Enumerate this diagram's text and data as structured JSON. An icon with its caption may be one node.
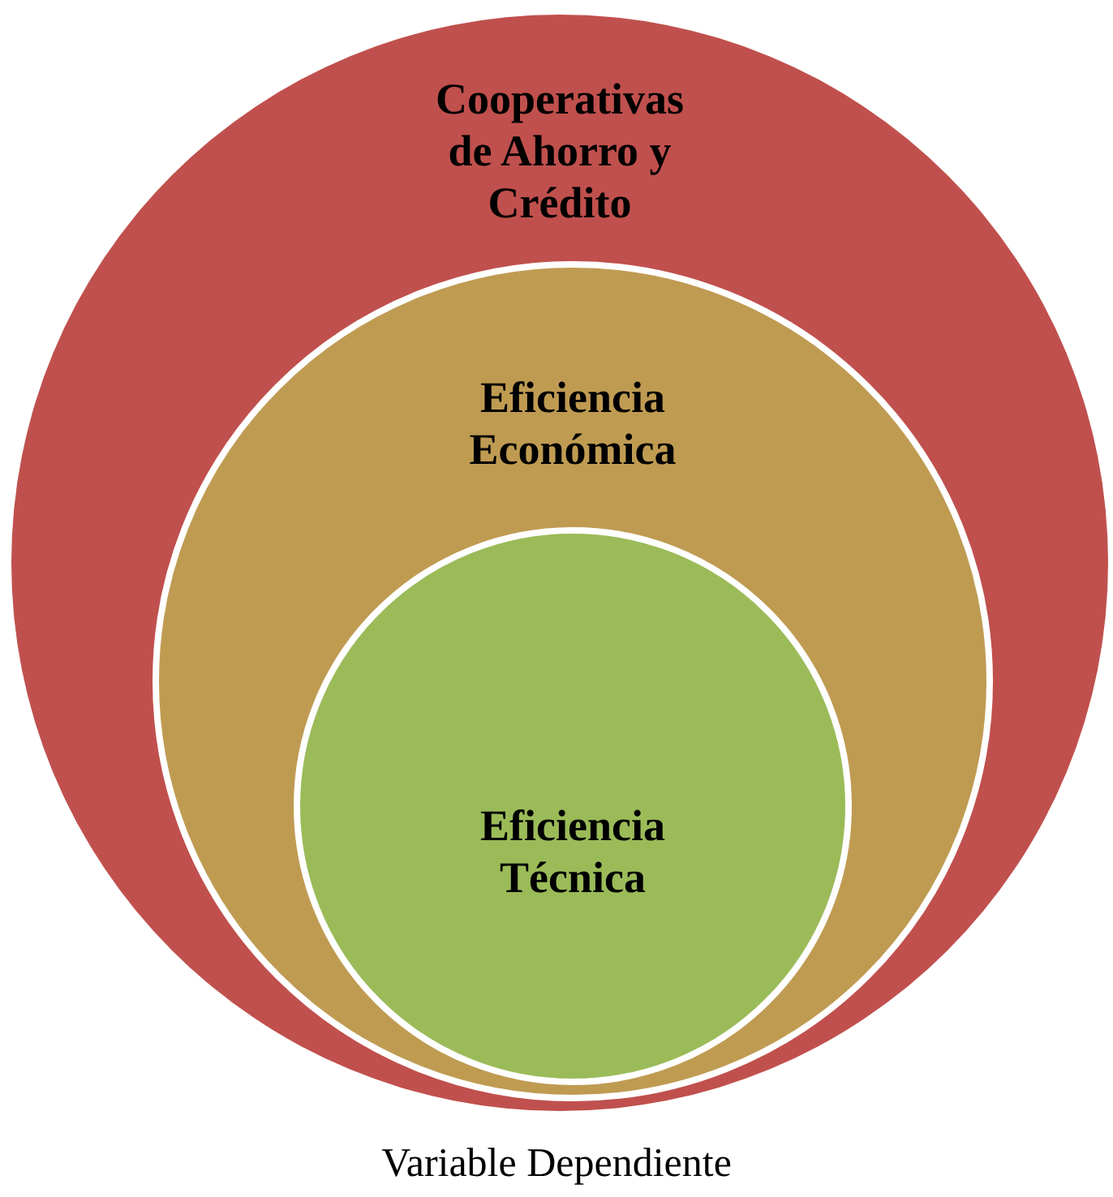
{
  "diagram": {
    "caption": "Variable Dependiente",
    "nodes": [
      {
        "text": [
          "Cooperativas de Ahorro y Crédito"
        ]
      },
      {
        "text": [
          "Eficiencia Económica"
        ],
        "in": 0
      },
      {
        "text": [
          "Eficiencia Técnica"
        ],
        "in": 1
      }
    ]
  }
}
